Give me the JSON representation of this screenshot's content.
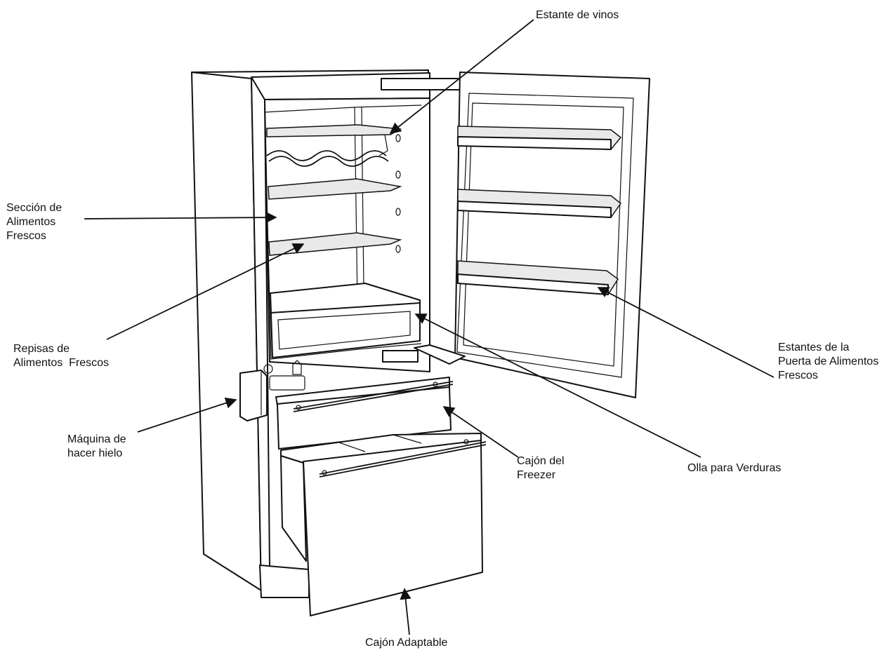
{
  "labels": {
    "wine_shelf": "Estante de vinos",
    "fresh_section": [
      "Sección de",
      "Alimentos",
      "Frescos"
    ],
    "fresh_shelves": [
      "Repisas de",
      "Alimentos  Frescos"
    ],
    "door_shelves": [
      "Estantes de la",
      "Puerta de Alimentos",
      "Frescos"
    ],
    "ice_maker": [
      "Máquina de",
      "hacer hielo"
    ],
    "freezer_drawer": [
      "Cajón del",
      "Freezer"
    ],
    "crisper": "Olla para Verduras",
    "adaptable_drawer": "Cajón Adaptable"
  }
}
